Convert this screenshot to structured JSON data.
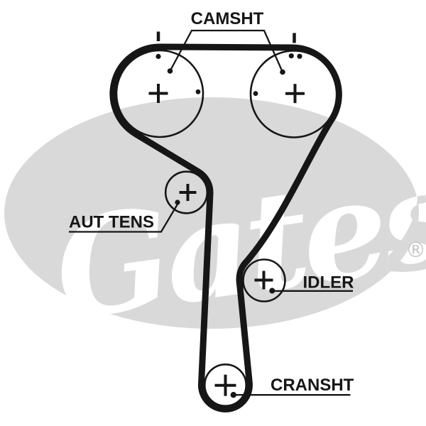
{
  "diagram": {
    "labels": {
      "camshaft": "CAMSHT",
      "auto_tensioner": "AUT TENS",
      "idler": "IDLER",
      "crankshaft": "CRANSHT"
    },
    "watermark": {
      "brand": "Gates",
      "registered_mark": "®"
    },
    "colors": {
      "line_art": "#161616",
      "background": "#ffffff",
      "watermark_oval": "#d9d9d9",
      "watermark_script": "#ffffff",
      "registered_mark_gray": "#c6c6c6"
    }
  }
}
